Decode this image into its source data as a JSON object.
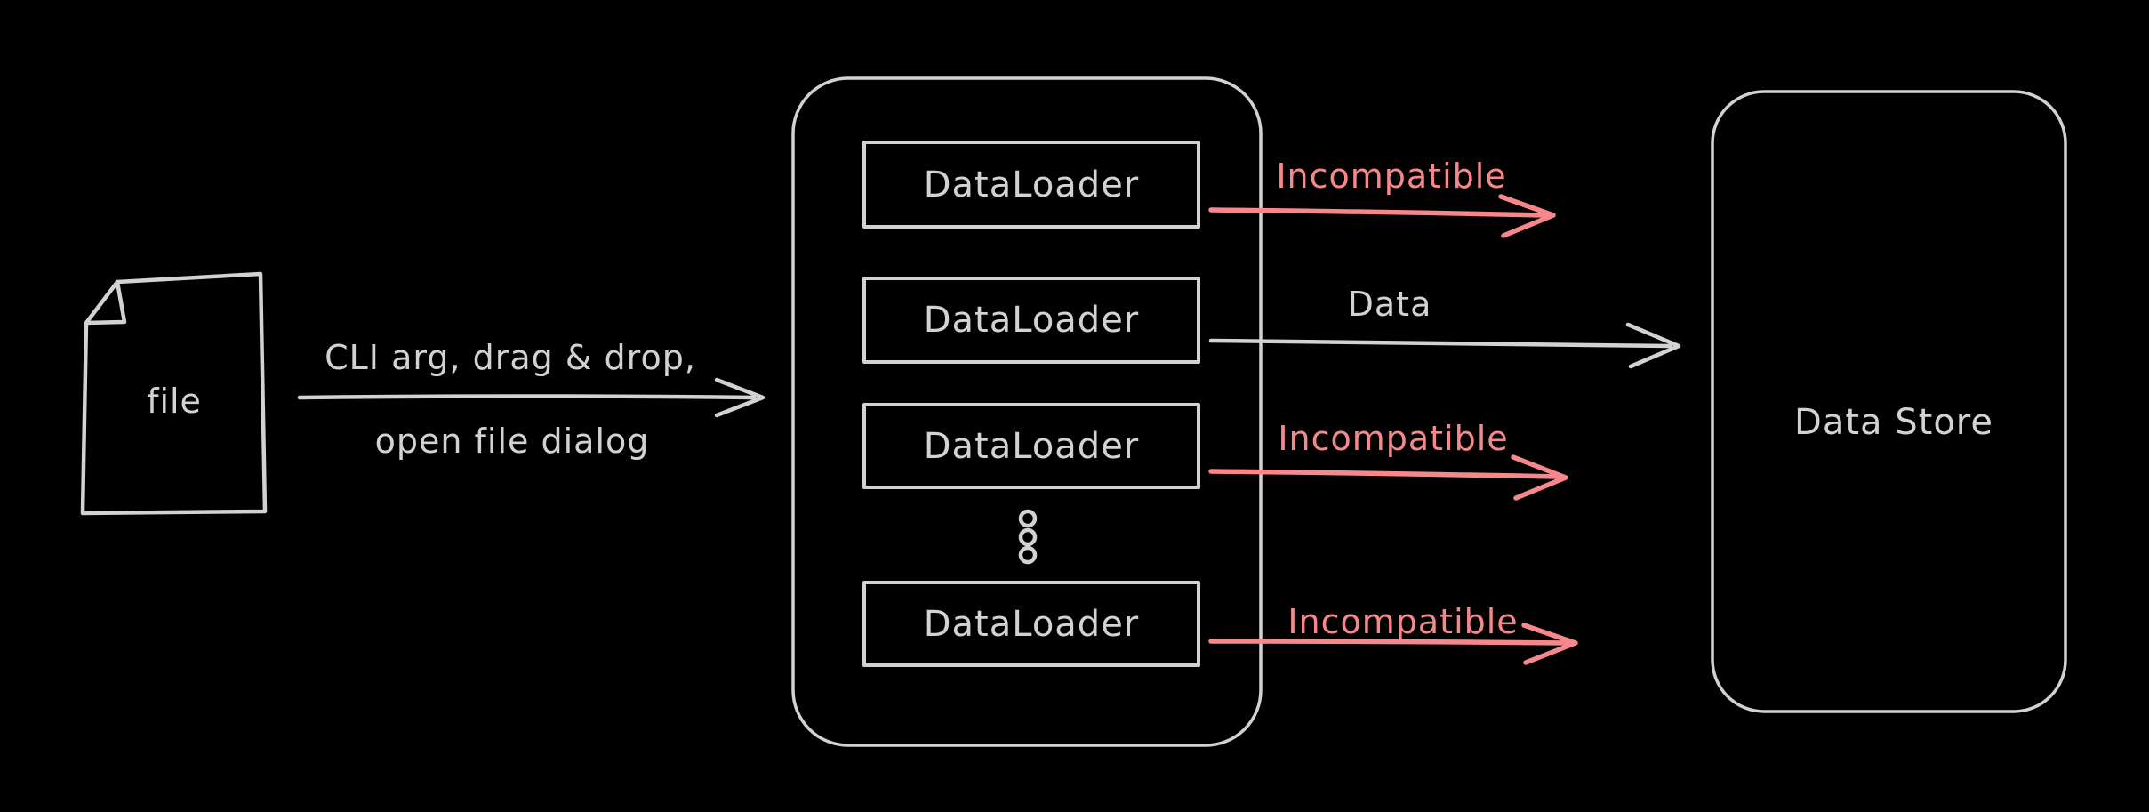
{
  "canvas": {
    "background": "#000000",
    "stroke_color": "#d2d2d2",
    "incompatible_color": "#f6888c"
  },
  "file_node": {
    "icon": "document-with-folded-corner-icon",
    "label": "file"
  },
  "input_flow": {
    "label_line1": "CLI arg, drag & drop,",
    "label_line2": "open file dialog"
  },
  "loader_group": {
    "ellipsis_icon": "vertical-ellipsis",
    "loaders": [
      {
        "label": "DataLoader"
      },
      {
        "label": "DataLoader"
      },
      {
        "label": "DataLoader"
      },
      {
        "label": "DataLoader"
      }
    ]
  },
  "output_flows": [
    {
      "label": "Incompatible",
      "status": "incompatible"
    },
    {
      "label": "Data",
      "status": "ok"
    },
    {
      "label": "Incompatible",
      "status": "incompatible"
    },
    {
      "label": "Incompatible",
      "status": "incompatible"
    }
  ],
  "data_store": {
    "label": "Data Store"
  }
}
